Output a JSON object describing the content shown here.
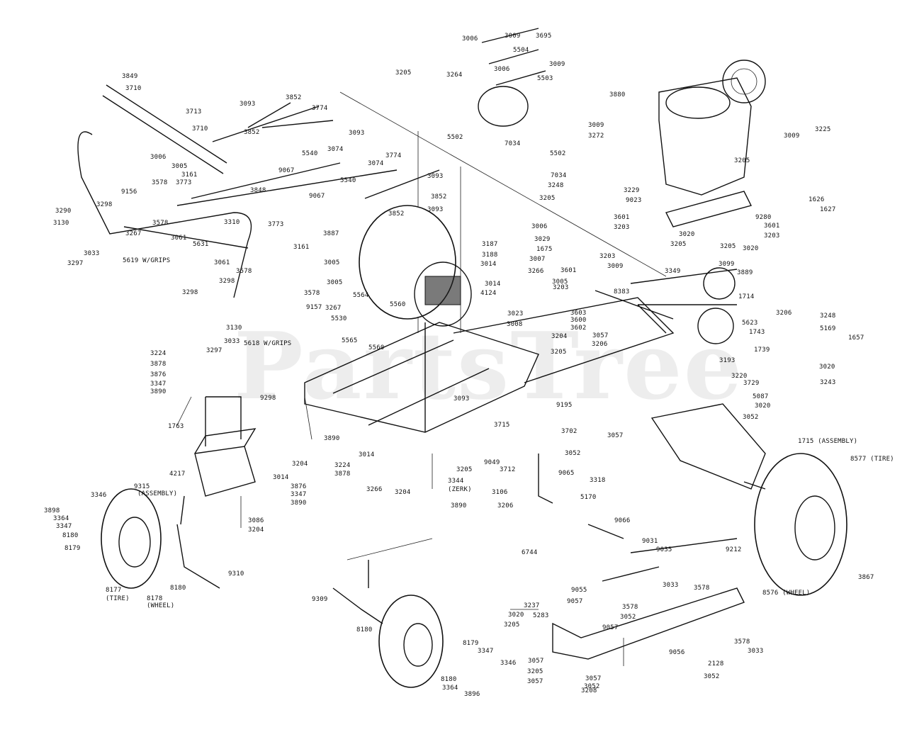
{
  "watermark": "PartsTree",
  "labels": [
    "3006",
    "3009",
    "3695",
    "5504",
    "3205",
    "3264",
    "3009",
    "3006",
    "5503",
    "3849",
    "3710",
    "3713",
    "3093",
    "3852",
    "3774",
    "3852",
    "3093",
    "3710",
    "5540",
    "3074",
    "9067",
    "3848",
    "3006",
    "3005",
    "3161",
    "3773",
    "3578",
    "9156",
    "3578",
    "3267",
    "3298",
    "3290",
    "3130",
    "3033",
    "3297",
    "5619 W/GRIPS",
    "3061",
    "3310",
    "5631",
    "3061",
    "3578",
    "3773",
    "3161",
    "3074",
    "3774",
    "5540",
    "3093",
    "3852",
    "9067",
    "3852",
    "3093",
    "5502",
    "7034",
    "5502",
    "7034",
    "3248",
    "3205",
    "3880",
    "3009",
    "3272",
    "3225",
    "3009",
    "3205",
    "1626",
    "1627",
    "3229",
    "9023",
    "3601",
    "3203",
    "3020",
    "3205",
    "9280",
    "3601",
    "3203",
    "3020",
    "3205",
    "3099",
    "3006",
    "3029",
    "1675",
    "3187",
    "3188",
    "3014",
    "3007",
    "3266",
    "4124",
    "3601",
    "3009",
    "3203",
    "8383",
    "3349",
    "3889",
    "1714",
    "3005",
    "3203",
    "3603",
    "3600",
    "3602",
    "3057",
    "3206",
    "3205",
    "3204",
    "3887",
    "3005",
    "3005",
    "3298",
    "9157",
    "3267",
    "3578",
    "5564",
    "5560",
    "5560",
    "5565",
    "5530",
    "3014",
    "3023",
    "3008",
    "3298",
    "3130",
    "3033",
    "3297",
    "5618 W/GRIPS",
    "5623",
    "3206",
    "3248",
    "5169",
    "1657",
    "1743",
    "1739",
    "3193",
    "3220",
    "3729",
    "3020",
    "3243",
    "5087",
    "3020",
    "3052",
    "3224",
    "3878",
    "3876",
    "3347",
    "3890",
    "9298",
    "1763",
    "3890",
    "4217",
    "3204",
    "3014",
    "3224",
    "3878",
    "3876",
    "3347",
    "3890",
    "3086",
    "3204",
    "3093",
    "3715",
    "9195",
    "3702",
    "3057",
    "3052",
    "3014",
    "3205",
    "9049",
    "3712",
    "3266",
    "3204",
    "3344",
    "(ZERK)",
    "3890",
    "9065",
    "3318",
    "5170",
    "3106",
    "3206",
    "1715 (ASSEMBLY)",
    "8577 (TIRE)",
    "3346",
    "3898",
    "3364",
    "3347",
    "8180",
    "8179",
    "9315",
    "(ASSEMBLY)",
    "8180",
    "9310",
    "8177",
    "(TIRE)",
    "8178",
    "(WHEEL)",
    "9066",
    "9031",
    "9035",
    "9212",
    "6744",
    "9055",
    "9057",
    "3033",
    "3578",
    "3578",
    "3052",
    "3237",
    "3020",
    "5283",
    "3205",
    "9057",
    "3867",
    "8576 (WHEEL)",
    "9309",
    "8180",
    "8179",
    "3347",
    "3346",
    "3364",
    "3896",
    "8180",
    "3057",
    "3205",
    "3057",
    "3052",
    "3057",
    "3208",
    "9056",
    "3578",
    "3033",
    "2128",
    "3052"
  ]
}
